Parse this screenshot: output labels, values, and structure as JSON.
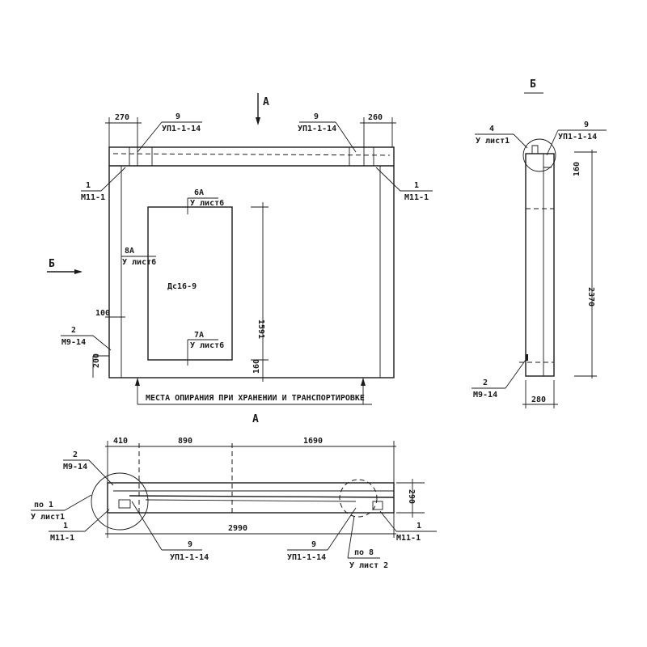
{
  "elevation": {
    "section_mark_top": "А",
    "section_mark_bottom": "А",
    "section_mark_left": "Б",
    "dim_left": "270",
    "dim_right": "260",
    "callout_top_left": {
      "num": "9",
      "ref": "УП1-1-14"
    },
    "callout_top_right": {
      "num": "9",
      "ref": "УП1-1-14"
    },
    "callout_left_m": {
      "num": "1",
      "ref": "М11-1"
    },
    "callout_right_m": {
      "num": "1",
      "ref": "М11-1"
    },
    "callout_m9": {
      "num": "2",
      "ref": "М9-14"
    },
    "opening_label": "Дс16-9",
    "callout_6a": {
      "num": "6А",
      "ref": "У лист6"
    },
    "callout_8a": {
      "num": "8А",
      "ref": "У лист6"
    },
    "callout_7a": {
      "num": "7А",
      "ref": "У лист6"
    },
    "dim_1591": "1591",
    "dim_160": "160",
    "dim_100": "100",
    "dim_200": "200",
    "support_note": "МЕСТА ОПИРАНИЯ ПРИ ХРАНЕНИИ И ТРАНСПОРТИРОВКЕ"
  },
  "side_view": {
    "title": "Б",
    "callout_4": {
      "num": "4",
      "ref": "У лист1"
    },
    "callout_9": {
      "num": "9",
      "ref": "УП1-1-14"
    },
    "dim_160": "160",
    "dim_2370": "2370",
    "dim_280": "280",
    "callout_2": {
      "num": "2",
      "ref": "М9-14"
    }
  },
  "plan": {
    "dim_410": "410",
    "dim_890": "890",
    "dim_1690": "1690",
    "dim_2990": "2990",
    "dim_290": "290",
    "callout_m9": {
      "num": "2",
      "ref": "М9-14"
    },
    "callout_po1": {
      "num": "по 1",
      "ref": "У лист1"
    },
    "callout_m11_left": {
      "num": "1",
      "ref": "М11-1"
    },
    "callout_m11_right": {
      "num": "1",
      "ref": "М11-1"
    },
    "callout_9_left": {
      "num": "9",
      "ref": "УП1-1-14"
    },
    "callout_9_right": {
      "num": "9",
      "ref": "УП1-1-14"
    },
    "callout_po8": {
      "num": "по 8",
      "ref": "У лист 2"
    }
  }
}
